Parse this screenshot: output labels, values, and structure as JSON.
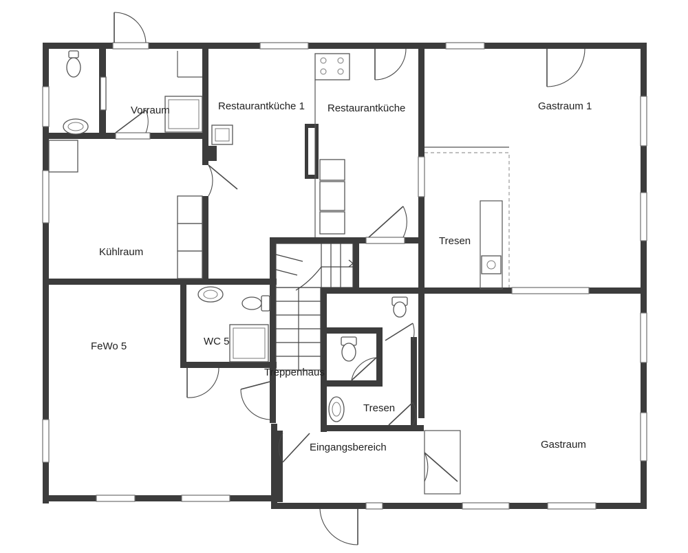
{
  "rooms": {
    "vorraum": "Vorraum",
    "restaurantkueche_1": "Restaurantküche 1",
    "restaurantkueche": "Restaurantküche",
    "gastraum_1": "Gastraum 1",
    "kuehlraum": "Kühlraum",
    "tresen_upper": "Tresen",
    "fewo_5": "FeWo 5",
    "wc_5": "WC 5",
    "treppenhaus": "Treppenhaus",
    "tresen_lower": "Tresen",
    "eingangsbereich": "Eingangsbereich",
    "gastraum": "Gastraum"
  },
  "colors": {
    "wall": "#3c3c3c",
    "background": "#ffffff"
  }
}
